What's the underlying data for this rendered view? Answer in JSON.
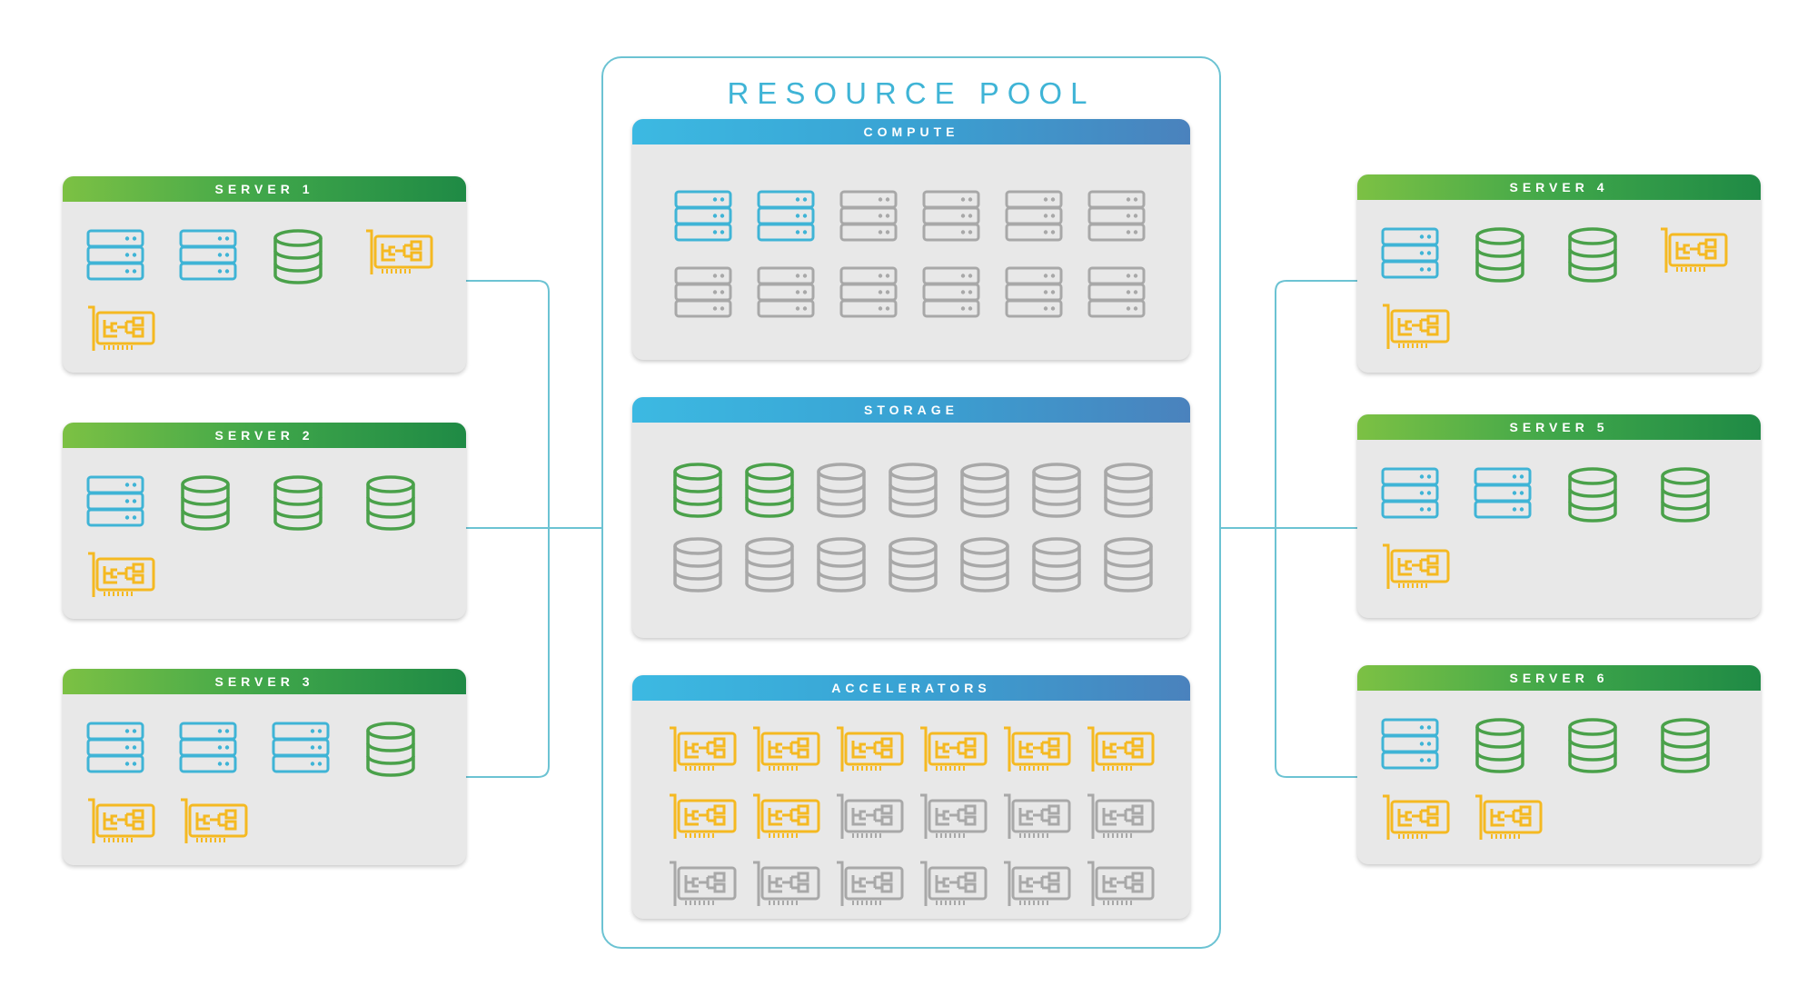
{
  "resource_pool": {
    "title": "RESOURCE POOL",
    "sections": [
      {
        "key": "compute",
        "title": "COMPUTE",
        "icon_type": "server-rack-icon",
        "total": 12,
        "active": 2
      },
      {
        "key": "storage",
        "title": "STORAGE",
        "icon_type": "database-icon",
        "total": 14,
        "active": 2
      },
      {
        "key": "accelerators",
        "title": "ACCELERATORS",
        "icon_type": "accelerator-card-icon",
        "total": 18,
        "active": 8
      }
    ]
  },
  "servers": [
    {
      "title": "SERVER 1",
      "compute": 2,
      "storage": 1,
      "accelerators": 2
    },
    {
      "title": "SERVER 2",
      "compute": 1,
      "storage": 3,
      "accelerators": 1
    },
    {
      "title": "SERVER 3",
      "compute": 3,
      "storage": 1,
      "accelerators": 2
    },
    {
      "title": "SERVER 4",
      "compute": 1,
      "storage": 2,
      "accelerators": 2
    },
    {
      "title": "SERVER 5",
      "compute": 2,
      "storage": 2,
      "accelerators": 1
    },
    {
      "title": "SERVER 6",
      "compute": 1,
      "storage": 3,
      "accelerators": 2
    }
  ],
  "colors": {
    "compute": "#3fb4d6",
    "storage": "#4aa14a",
    "accelerators": "#f5b921",
    "inactive": "#a8a8a8",
    "connector": "#6cc3d3",
    "pool_title": "#3fb4d6",
    "server_header": "#3fa64a",
    "pool_header": "#39a2d3"
  }
}
